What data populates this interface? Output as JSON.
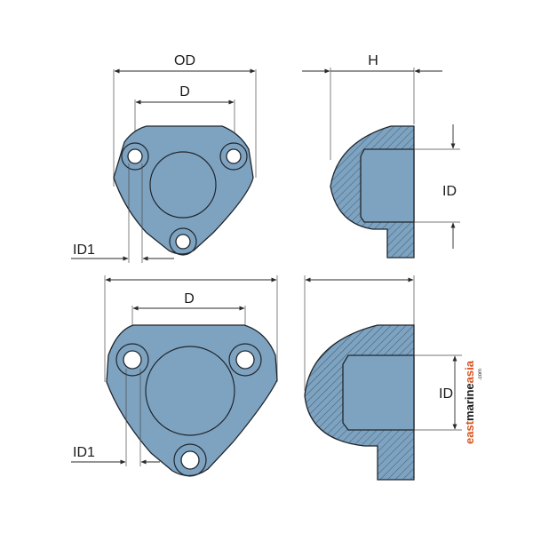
{
  "labels": {
    "od": "OD",
    "d": "D",
    "h": "H",
    "id": "ID",
    "id1": "ID1"
  },
  "watermark": {
    "part1": "east",
    "part2": "marine",
    "part3": "asia",
    "suffix": ".com",
    "color1": "#d9531e",
    "color2": "#1a1a1a"
  },
  "colors": {
    "body": "#7ea3c1",
    "outline": "#20262c",
    "hatch": "#3a5a72"
  }
}
